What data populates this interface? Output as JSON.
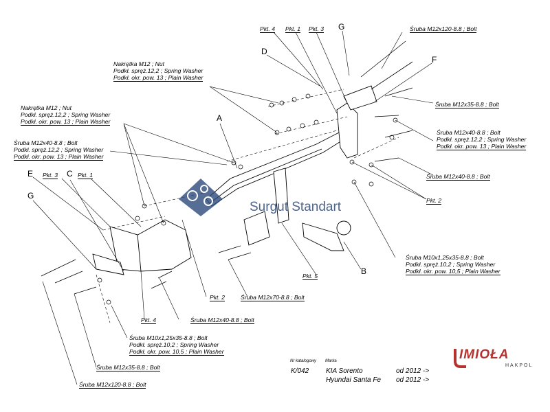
{
  "labels": {
    "pkt4_top": "Pkt. 4",
    "pkt1_top": "Pkt. 1",
    "pkt3_top": "Pkt. 3",
    "g_top": "G",
    "bolt_120_top": "Śruba M12x120-8.8 ;  Bolt",
    "f": "F",
    "d": "D",
    "nut_upper": [
      "Nakrętka  M12 ; Nut",
      "Podkł. spręż.12,2 ; Spring Washer",
      "Podkł. okr. pow. 13 ; Plain Washer"
    ],
    "bolt_35_right": "Śruba M12x35-8.8 ;  Bolt",
    "a": "A",
    "nut_left": [
      "Nakrętka  M12 ; Nut",
      "Podkł. spręż.12,2 ; Spring Washer",
      "Podkł. okr. pow. 13 ; Plain Washer"
    ],
    "bolt_40_right": [
      "Śruba M12x40-8.8 ;  Bolt",
      "Podkł. spręż.12,2 ; Spring Washer",
      "Podkł. okr. pow. 13 ; Plain Washer"
    ],
    "bolt_40_left": [
      "Śruba M12x40-8.8 ;  Bolt",
      "Podkł. spręż.12,2 ; Spring Washer",
      "Podkł. okr. pow. 13 ; Plain Washer"
    ],
    "bolt_40_right2": "Śruba M12x40-8.8 ;  Bolt",
    "e": "E",
    "pkt3_left": "Pkt. 3",
    "pkt1_left": "Pkt. 1",
    "c": "C",
    "g_left": "G",
    "pkt2_right": "Pkt. 2",
    "bolt_m10_right": [
      "Śruba M10x1,25x35-8.8 ;  Bolt",
      "Podkł. spręż.10,2 ; Spring Washer",
      "Podkł. okr. pow. 10,5 ; Plain Washer"
    ],
    "b": "B",
    "pkt5": "Pkt. 5",
    "pkt2_left": "Pkt. 2",
    "bolt_70": "Śruba M12x70-8.8 ;  Bolt",
    "pkt4_bottom": "Pkt. 4",
    "bolt_40_bottom": "Śruba M12x40-8.8 ;  Bolt",
    "bolt_m10_bottom": [
      "Śruba M10x1,25x35-8.8 ;  Bolt",
      "Podkł. spręż.10,2 ; Spring Washer",
      "Podkł. okr. pow. 10,5 ; Plain Washer"
    ],
    "bolt_35_bottom": "Śruba M12x35-8.8 ;  Bolt",
    "bolt_120_bottom": "Śruba M12x120-8.8 ;  Bolt"
  },
  "catalog": {
    "nr_label": "Nr katalogowy",
    "nr_value": "K/042",
    "marka_label": "Marka",
    "models": [
      {
        "name": "KIA Sorento",
        "year": "od  2012 ->"
      },
      {
        "name": "Hyundai Santa Fe",
        "year": "od  2012 ->"
      }
    ]
  },
  "watermark": {
    "text": "Surgut Standart"
  },
  "brand": {
    "name": "IMIOŁA",
    "sub": "HAKPOL"
  },
  "colors": {
    "line": "#000000",
    "watermark": "#2c4a7a",
    "brand": "#b5332e"
  }
}
